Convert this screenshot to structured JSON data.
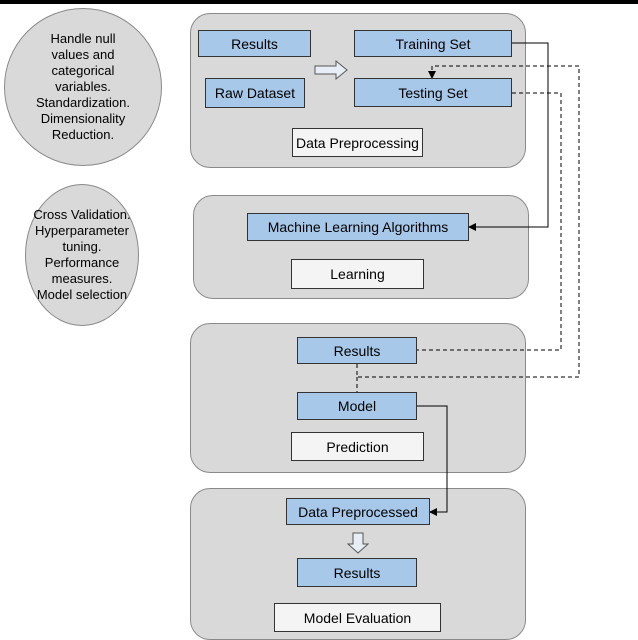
{
  "notes": {
    "preprocessing_note": "Handle null\nvalues and\ncategorical\nvariables.\nStandardization.\nDimensionality\nReduction.",
    "learning_note": "Cross Validation.\nHyperparameter\ntuning.\nPerformance\nmeasures.\nModel selection"
  },
  "stage1": {
    "results": "Results",
    "training_set": "Training Set",
    "raw_dataset": "Raw Dataset",
    "testing_set": "Testing Set",
    "label": "Data Preprocessing"
  },
  "stage2": {
    "algorithms": "Machine Learning Algorithms",
    "label": "Learning"
  },
  "stage3": {
    "results": "Results",
    "model": "Model",
    "label": "Prediction"
  },
  "stage4": {
    "data_preprocessed": "Data Preprocessed",
    "results": "Results",
    "label": "Model Evaluation"
  },
  "colors": {
    "panel": "#d9d9d9",
    "process_box": "#a8c8ea",
    "label_box": "#f4f4f4"
  }
}
